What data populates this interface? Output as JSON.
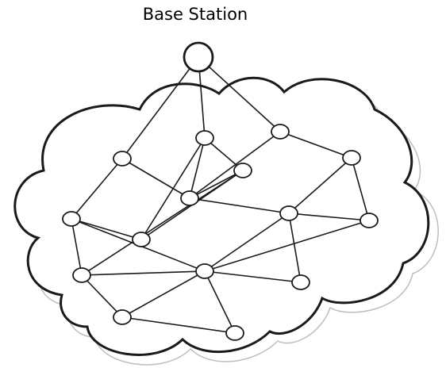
{
  "title": "Base Station",
  "colors": {
    "background": "#ffffff",
    "stroke": "#1a1a1a",
    "shadow": "#bdbdbd",
    "node_fill": "#ffffff"
  },
  "nodes": [
    {
      "id": "base-station",
      "kind": "base-station"
    },
    {
      "id": "n1",
      "kind": "sensor"
    },
    {
      "id": "n2",
      "kind": "sensor"
    },
    {
      "id": "n3",
      "kind": "sensor"
    },
    {
      "id": "n4",
      "kind": "sensor"
    },
    {
      "id": "n5",
      "kind": "sensor"
    },
    {
      "id": "n6",
      "kind": "sensor"
    },
    {
      "id": "n7",
      "kind": "sensor"
    },
    {
      "id": "n8",
      "kind": "sensor"
    },
    {
      "id": "n9",
      "kind": "sensor"
    },
    {
      "id": "n10",
      "kind": "sensor"
    },
    {
      "id": "n11",
      "kind": "sensor"
    },
    {
      "id": "n12",
      "kind": "sensor"
    },
    {
      "id": "n13",
      "kind": "sensor"
    },
    {
      "id": "n14",
      "kind": "sensor"
    },
    {
      "id": "n15",
      "kind": "sensor"
    }
  ],
  "edges": [
    [
      "base-station",
      "n1"
    ],
    [
      "base-station",
      "n2"
    ],
    [
      "base-station",
      "n3"
    ],
    [
      "n1",
      "n5"
    ],
    [
      "n1",
      "n4"
    ],
    [
      "n1",
      "n7"
    ],
    [
      "n2",
      "n5"
    ],
    [
      "n2",
      "n6"
    ],
    [
      "n3",
      "n5"
    ],
    [
      "n3",
      "n8"
    ],
    [
      "n4",
      "n5"
    ],
    [
      "n4",
      "n7"
    ],
    [
      "n4",
      "n9"
    ],
    [
      "n5",
      "n10"
    ],
    [
      "n6",
      "n7"
    ],
    [
      "n6",
      "n9"
    ],
    [
      "n6",
      "n11"
    ],
    [
      "n8",
      "n10"
    ],
    [
      "n8",
      "n14"
    ],
    [
      "n9",
      "n12"
    ],
    [
      "n9",
      "n11"
    ],
    [
      "n10",
      "n11"
    ],
    [
      "n10",
      "n14"
    ],
    [
      "n10",
      "n13"
    ],
    [
      "n11",
      "n12"
    ],
    [
      "n11",
      "n13"
    ],
    [
      "n11",
      "n15"
    ],
    [
      "n11",
      "n14"
    ],
    [
      "n12",
      "n15"
    ]
  ]
}
